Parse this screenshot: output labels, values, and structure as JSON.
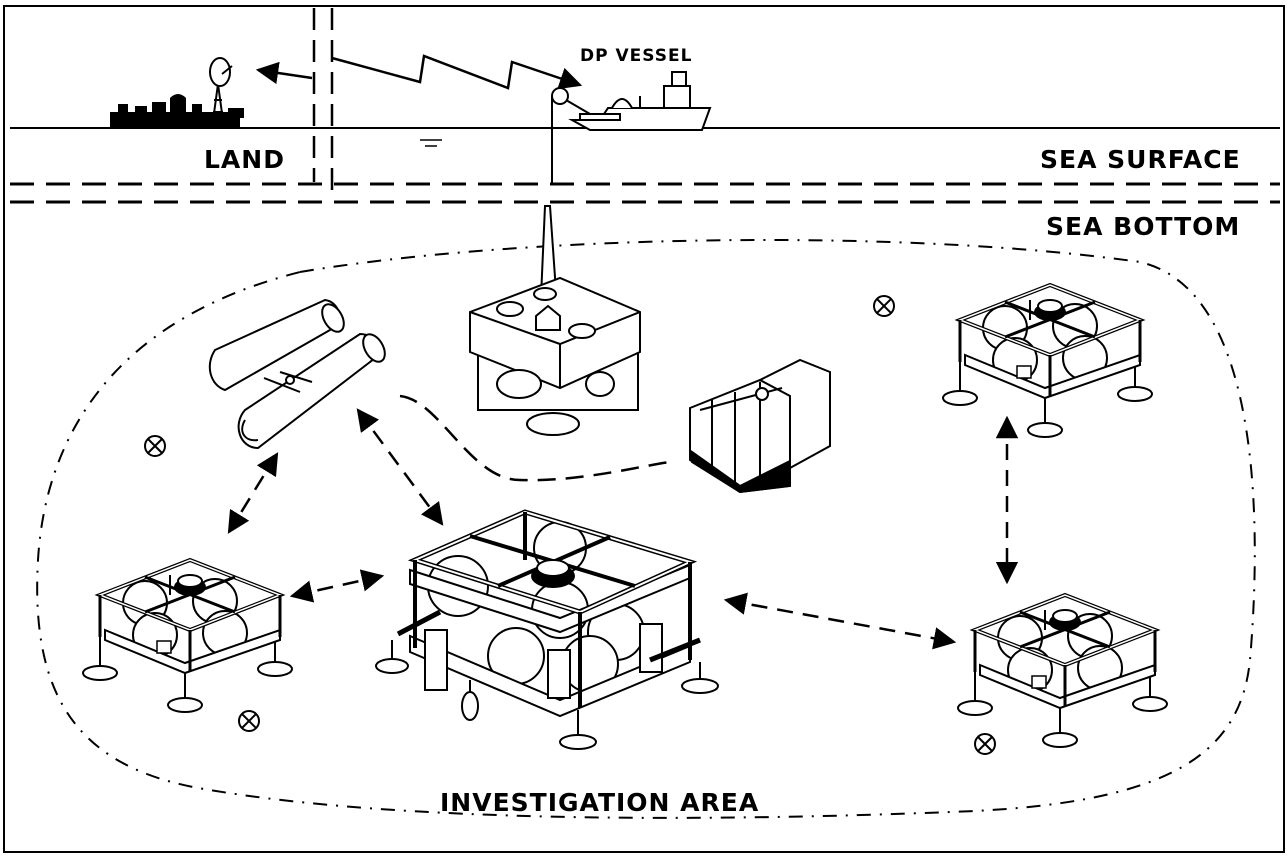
{
  "labels": {
    "dp_vessel": "DP VESSEL",
    "land": "LAND",
    "sea_surface": "SEA SURFACE",
    "sea_bottom": "SEA BOTTOM",
    "investigation_area": "INVESTIGATION AREA"
  },
  "icons": [
    "land-station-icon",
    "antenna-icon",
    "vessel-icon",
    "winch-icon",
    "tether-management-icon",
    "auv-twin-hull-icon",
    "sensor-station-icon",
    "garage-cage-icon",
    "target-marker-icon",
    "arrow-icon"
  ]
}
